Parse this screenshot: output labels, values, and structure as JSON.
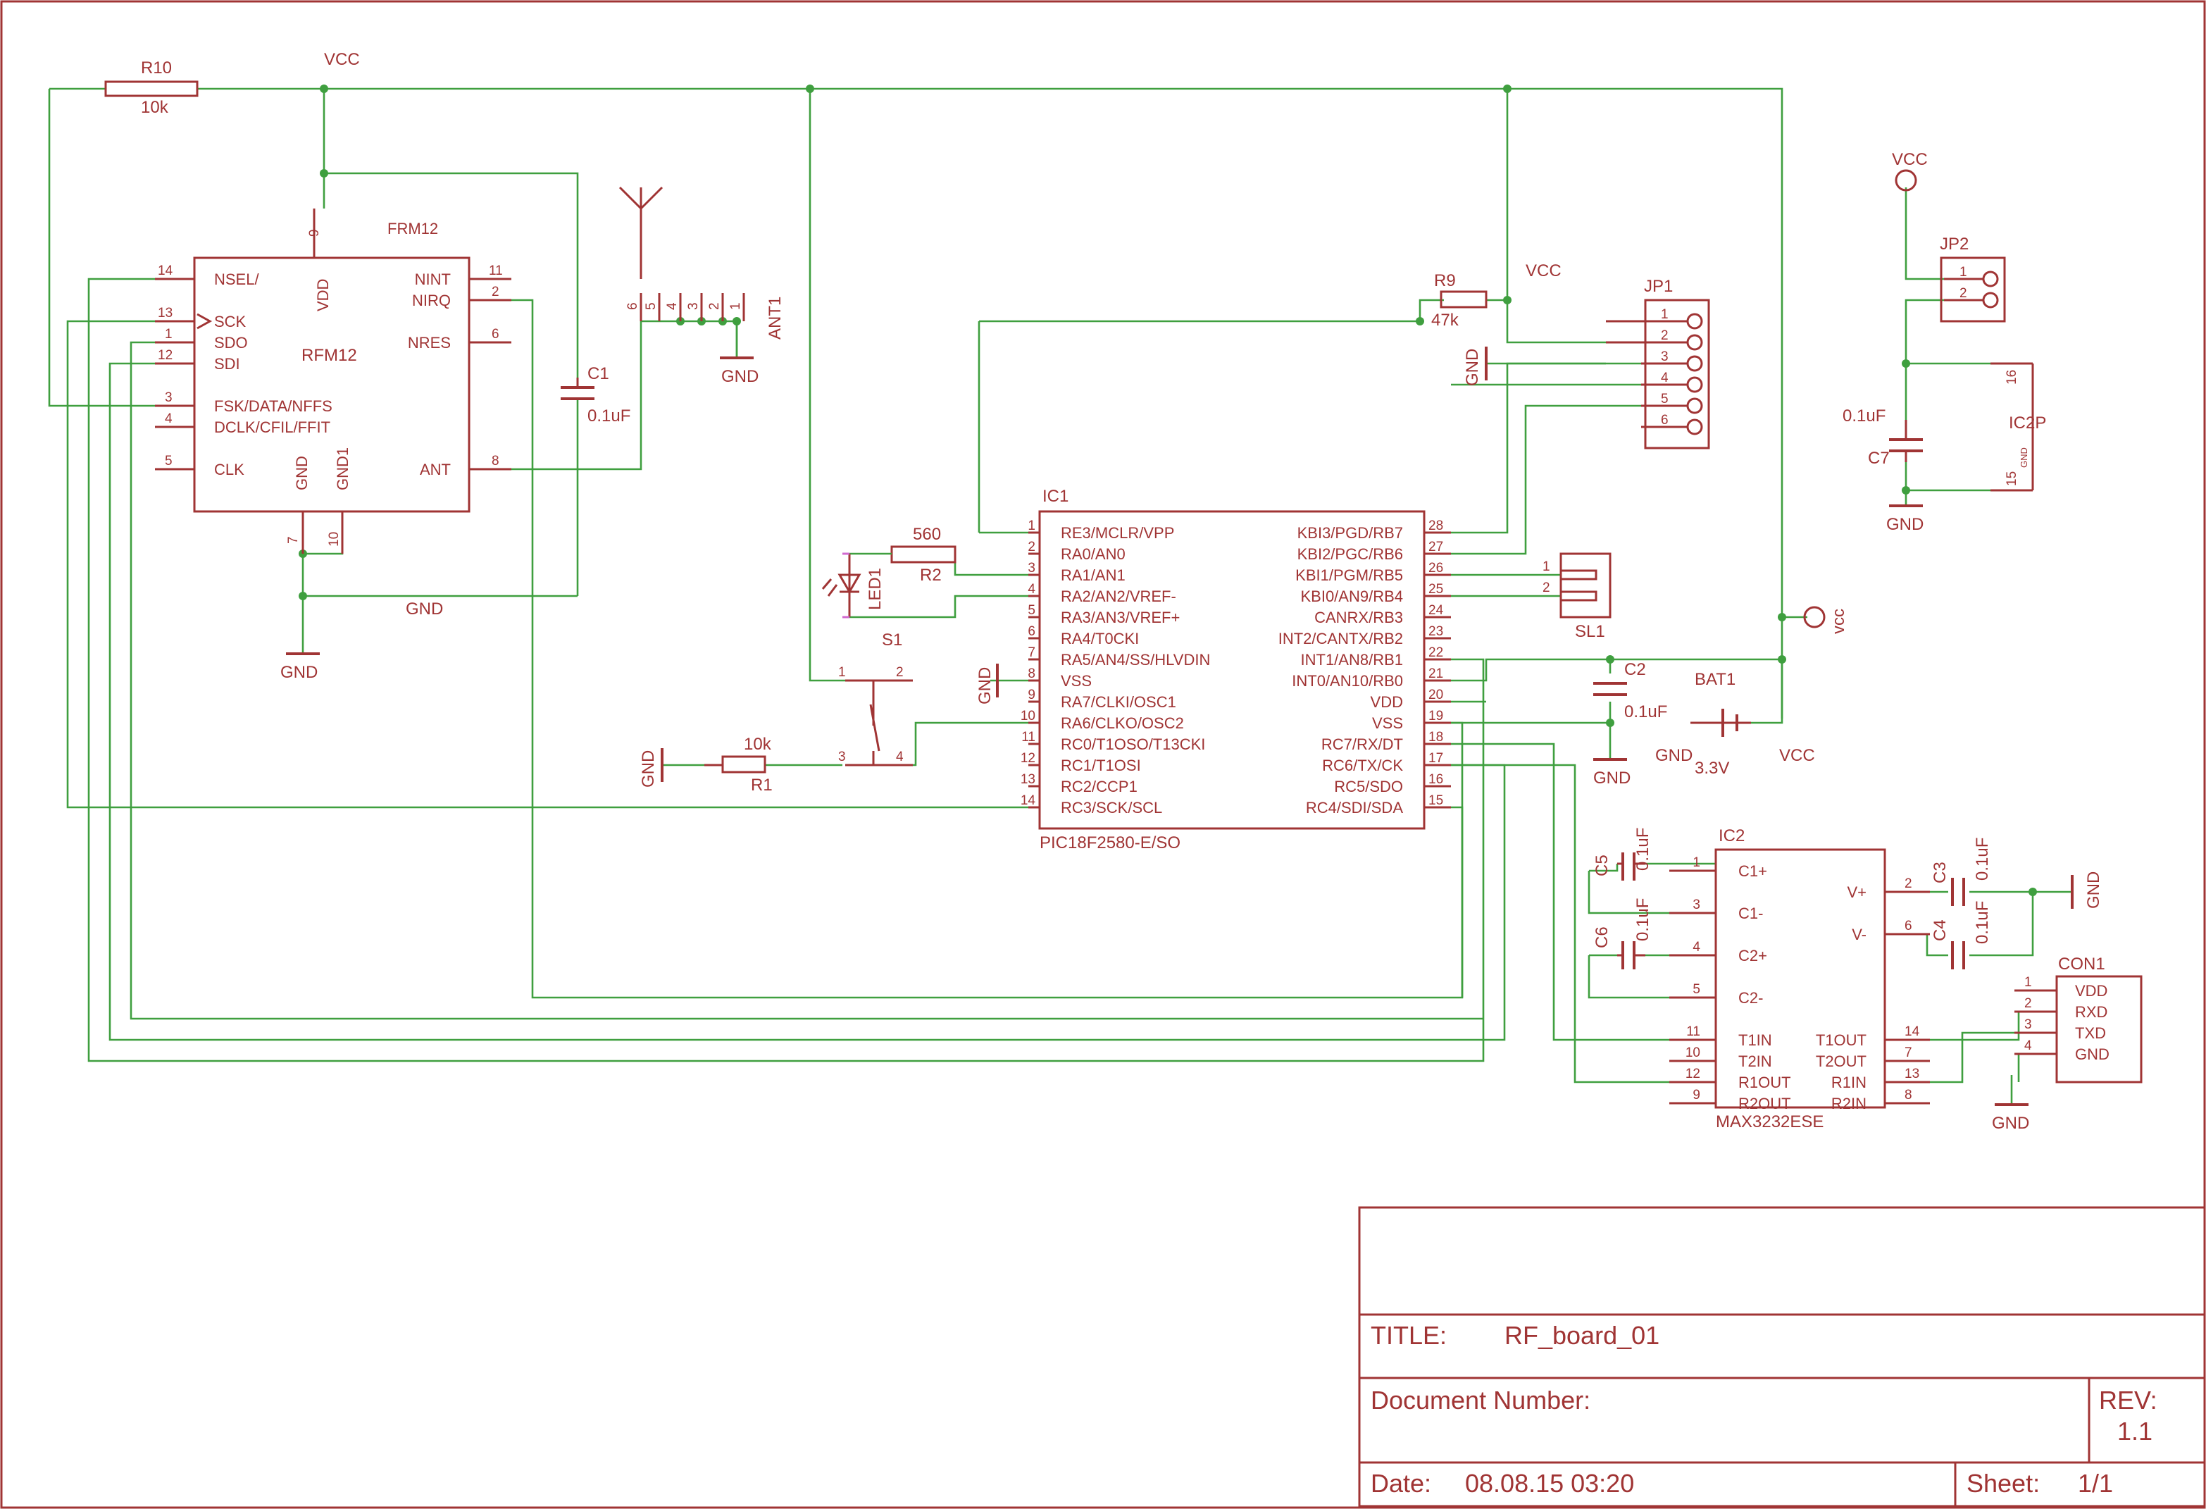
{
  "colors": {
    "symbol": "#a03434",
    "wire": "#3f9f3f",
    "junction": "#3f9f3f",
    "background": "#ffffff"
  },
  "net_labels": {
    "vcc": "VCC",
    "gnd": "GND",
    "vcc_lower": "vcc"
  },
  "components": {
    "r10": {
      "name": "R10",
      "value": "10k"
    },
    "r9": {
      "name": "R9",
      "value": "47k"
    },
    "r2": {
      "name": "R2",
      "value": "560"
    },
    "r1": {
      "name": "R1",
      "value": "10k"
    },
    "c1": {
      "name": "C1",
      "value": "0.1uF"
    },
    "c2": {
      "name": "C2",
      "value": "0.1uF"
    },
    "c3": {
      "name": "C3",
      "value": "0.1uF"
    },
    "c4": {
      "name": "C4",
      "value": "0.1uF"
    },
    "c5": {
      "name": "C5",
      "value": "0.1uF"
    },
    "c6": {
      "name": "C6",
      "value": "0.1uF"
    },
    "c7": {
      "name": "C7",
      "value": "0.1uF"
    },
    "led1": {
      "name": "LED1"
    },
    "s1": {
      "name": "S1",
      "pins": [
        "1",
        "2",
        "3",
        "4"
      ]
    },
    "bat1": {
      "name": "BAT1",
      "value": "3.3V"
    },
    "ant1": {
      "name": "ANT1",
      "pins": [
        "6",
        "5",
        "4",
        "3",
        "2",
        "1"
      ]
    },
    "jp1": {
      "name": "JP1",
      "pins": [
        "1",
        "2",
        "3",
        "4",
        "5",
        "6"
      ]
    },
    "jp2": {
      "name": "JP2",
      "pins": [
        "1",
        "2"
      ]
    },
    "sl1": {
      "name": "SL1",
      "pins": [
        "1",
        "2"
      ]
    },
    "con1": {
      "name": "CON1",
      "pins": [
        {
          "num": "1",
          "name": "VDD"
        },
        {
          "num": "2",
          "name": "RXD"
        },
        {
          "num": "3",
          "name": "TXD"
        },
        {
          "num": "4",
          "name": "GND"
        }
      ]
    },
    "ic2p": {
      "name": "IC2P",
      "pin_top": "16",
      "pin_bottom": "15",
      "pin_bottom_name": "GND"
    },
    "rfm12": {
      "name": "RFM12",
      "gate": "FRM12",
      "left_pins": [
        {
          "num": "14",
          "name": "NSEL/"
        },
        {
          "num": "13",
          "name": "SCK"
        },
        {
          "num": "1",
          "name": "SDO"
        },
        {
          "num": "12",
          "name": "SDI"
        },
        {
          "num": "3",
          "name": "FSK/DATA/NFFS"
        },
        {
          "num": "4",
          "name": "DCLK/CFIL/FFIT"
        },
        {
          "num": "5",
          "name": "CLK"
        }
      ],
      "right_pins": [
        {
          "num": "11",
          "name": "NINT"
        },
        {
          "num": "2",
          "name": "NIRQ"
        },
        {
          "num": "6",
          "name": "NRES"
        },
        {
          "num": "8",
          "name": "ANT"
        }
      ],
      "top_pin": {
        "num": "9",
        "name": "VDD"
      },
      "bottom_pins": [
        {
          "num": "7",
          "name": "GND"
        },
        {
          "num": "10",
          "name": "GND1"
        }
      ]
    },
    "ic1": {
      "name": "IC1",
      "part": "PIC18F2580-E/SO",
      "left_pins": [
        {
          "num": "1",
          "name": "RE3/MCLR/VPP"
        },
        {
          "num": "2",
          "name": "RA0/AN0"
        },
        {
          "num": "3",
          "name": "RA1/AN1"
        },
        {
          "num": "4",
          "name": "RA2/AN2/VREF-"
        },
        {
          "num": "5",
          "name": "RA3/AN3/VREF+"
        },
        {
          "num": "6",
          "name": "RA4/T0CKI"
        },
        {
          "num": "7",
          "name": "RA5/AN4/SS/HLVDIN"
        },
        {
          "num": "8",
          "name": "VSS"
        },
        {
          "num": "9",
          "name": "RA7/CLKI/OSC1"
        },
        {
          "num": "10",
          "name": "RA6/CLKO/OSC2"
        },
        {
          "num": "11",
          "name": "RC0/T1OSO/T13CKI"
        },
        {
          "num": "12",
          "name": "RC1/T1OSI"
        },
        {
          "num": "13",
          "name": "RC2/CCP1"
        },
        {
          "num": "14",
          "name": "RC3/SCK/SCL"
        }
      ],
      "right_pins": [
        {
          "num": "28",
          "name": "KBI3/PGD/RB7"
        },
        {
          "num": "27",
          "name": "KBI2/PGC/RB6"
        },
        {
          "num": "26",
          "name": "KBI1/PGM/RB5"
        },
        {
          "num": "25",
          "name": "KBI0/AN9/RB4"
        },
        {
          "num": "24",
          "name": "CANRX/RB3"
        },
        {
          "num": "23",
          "name": "INT2/CANTX/RB2"
        },
        {
          "num": "22",
          "name": "INT1/AN8/RB1"
        },
        {
          "num": "21",
          "name": "INT0/AN10/RB0"
        },
        {
          "num": "20",
          "name": "VDD"
        },
        {
          "num": "19",
          "name": "VSS"
        },
        {
          "num": "18",
          "name": "RC7/RX/DT"
        },
        {
          "num": "17",
          "name": "RC6/TX/CK"
        },
        {
          "num": "16",
          "name": "RC5/SDO"
        },
        {
          "num": "15",
          "name": "RC4/SDI/SDA"
        }
      ]
    },
    "ic2": {
      "name": "IC2",
      "part": "MAX3232ESE",
      "left_pins": [
        {
          "num": "1",
          "name": "C1+"
        },
        {
          "num": "3",
          "name": "C1-"
        },
        {
          "num": "4",
          "name": "C2+"
        },
        {
          "num": "5",
          "name": "C2-"
        },
        {
          "num": "11",
          "name": "T1IN"
        },
        {
          "num": "10",
          "name": "T2IN"
        },
        {
          "num": "12",
          "name": "R1OUT"
        },
        {
          "num": "9",
          "name": "R2OUT"
        }
      ],
      "right_pins": [
        {
          "num": "2",
          "name": "V+"
        },
        {
          "num": "6",
          "name": "V-"
        },
        {
          "num": "14",
          "name": "T1OUT"
        },
        {
          "num": "7",
          "name": "T2OUT"
        },
        {
          "num": "13",
          "name": "R1IN"
        },
        {
          "num": "8",
          "name": "R2IN"
        }
      ]
    }
  },
  "title_block": {
    "title_label": "TITLE:",
    "title_value": "RF_board_01",
    "docnum_label": "Document Number:",
    "rev_label": "REV:",
    "rev_value": "1.1",
    "date_label": "Date:",
    "date_value": "08.08.15 03:20",
    "sheet_label": "Sheet:",
    "sheet_value": "1/1"
  }
}
